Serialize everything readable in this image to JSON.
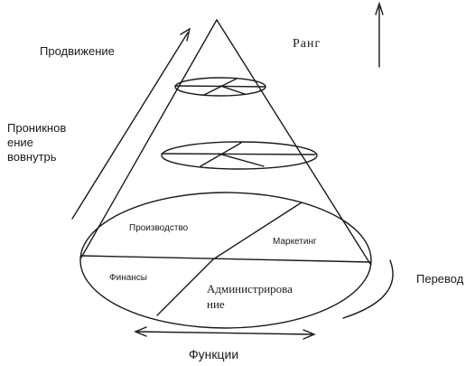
{
  "labels": {
    "promotion": "Продвижение",
    "rank": "Ранг",
    "penetration_line1": "Проникнов",
    "penetration_line2": "ение",
    "penetration_line3": "вовнутрь",
    "production": "Производство",
    "marketing": "Маркетинг",
    "finance": "Финансы",
    "admin_line1": "Администрирова",
    "admin_line2": "ние",
    "transfer": "Перевод",
    "functions": "Функции"
  },
  "colors": {
    "ink": "#1a1a1a",
    "background": "#ffffff"
  },
  "icons": [
    "up-arrow-icon",
    "diagonal-arrow-icon",
    "double-headed-arrow-icon"
  ]
}
